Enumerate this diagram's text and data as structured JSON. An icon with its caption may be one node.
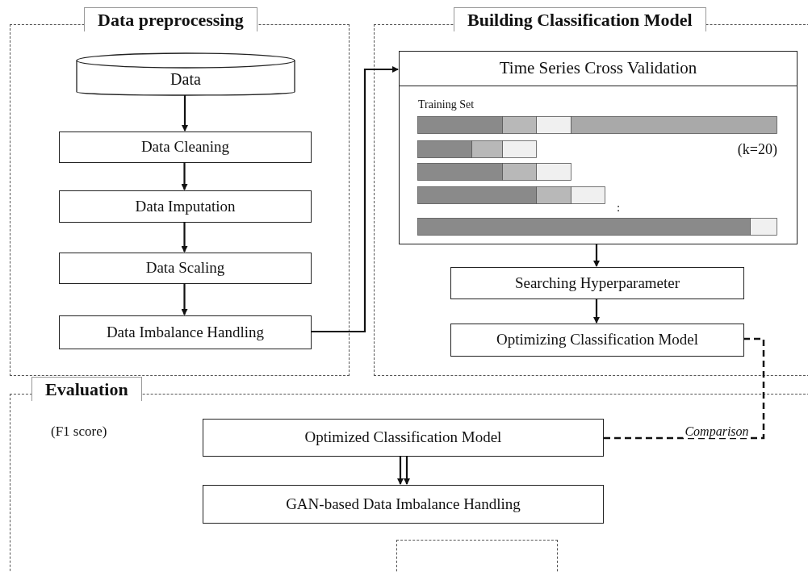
{
  "diagram": {
    "nodes": [
      {
        "text": [
          "Data preprocessing"
        ]
      },
      {
        "text": [
          "Data"
        ],
        "in": 0
      },
      {
        "text": [
          "Data Cleaning"
        ],
        "in": 0
      },
      {
        "text": [
          "Data Imputation"
        ],
        "in": 0
      },
      {
        "text": [
          "Data Scaling"
        ],
        "in": 0
      },
      {
        "text": [
          "Data Imbalance Handling"
        ],
        "in": 0
      },
      {
        "text": [
          "Building Classification Model"
        ]
      },
      {
        "text": [
          "Time Series Cross Validation",
          "Training Set",
          "(k=20)",
          ":"
        ],
        "in": 6
      },
      {
        "text": [
          "Searching Hyperparameter"
        ],
        "in": 6
      },
      {
        "text": [
          "Optimizing Classification Model"
        ],
        "in": 6
      },
      {
        "text": [
          "Evaluation",
          "(F1 score)"
        ]
      },
      {
        "text": [
          "Optimized Classification Model"
        ],
        "in": 10
      },
      {
        "text": [
          "GAN-based Data Imbalance Handling"
        ],
        "in": 10
      },
      {
        "text": [],
        "shape": "box",
        "in": 10
      }
    ],
    "edges": [
      {
        "from": 1,
        "to": 2,
        "arrow": "to"
      },
      {
        "from": 2,
        "to": 3,
        "arrow": "to"
      },
      {
        "from": 3,
        "to": 4,
        "arrow": "to"
      },
      {
        "from": 4,
        "to": 5,
        "arrow": "to"
      },
      {
        "from": 5,
        "to": 7,
        "arrow": "to"
      },
      {
        "from": 7,
        "to": 8,
        "arrow": "to"
      },
      {
        "from": 8,
        "to": 9,
        "arrow": "to"
      },
      {
        "from": 9,
        "to": 11,
        "arrow": "none",
        "style": "dashed",
        "label": "Comparison"
      },
      {
        "from": 11,
        "to": 12,
        "arrow": "to"
      },
      {
        "from": 11,
        "to": 12,
        "arrow": "to"
      }
    ]
  }
}
